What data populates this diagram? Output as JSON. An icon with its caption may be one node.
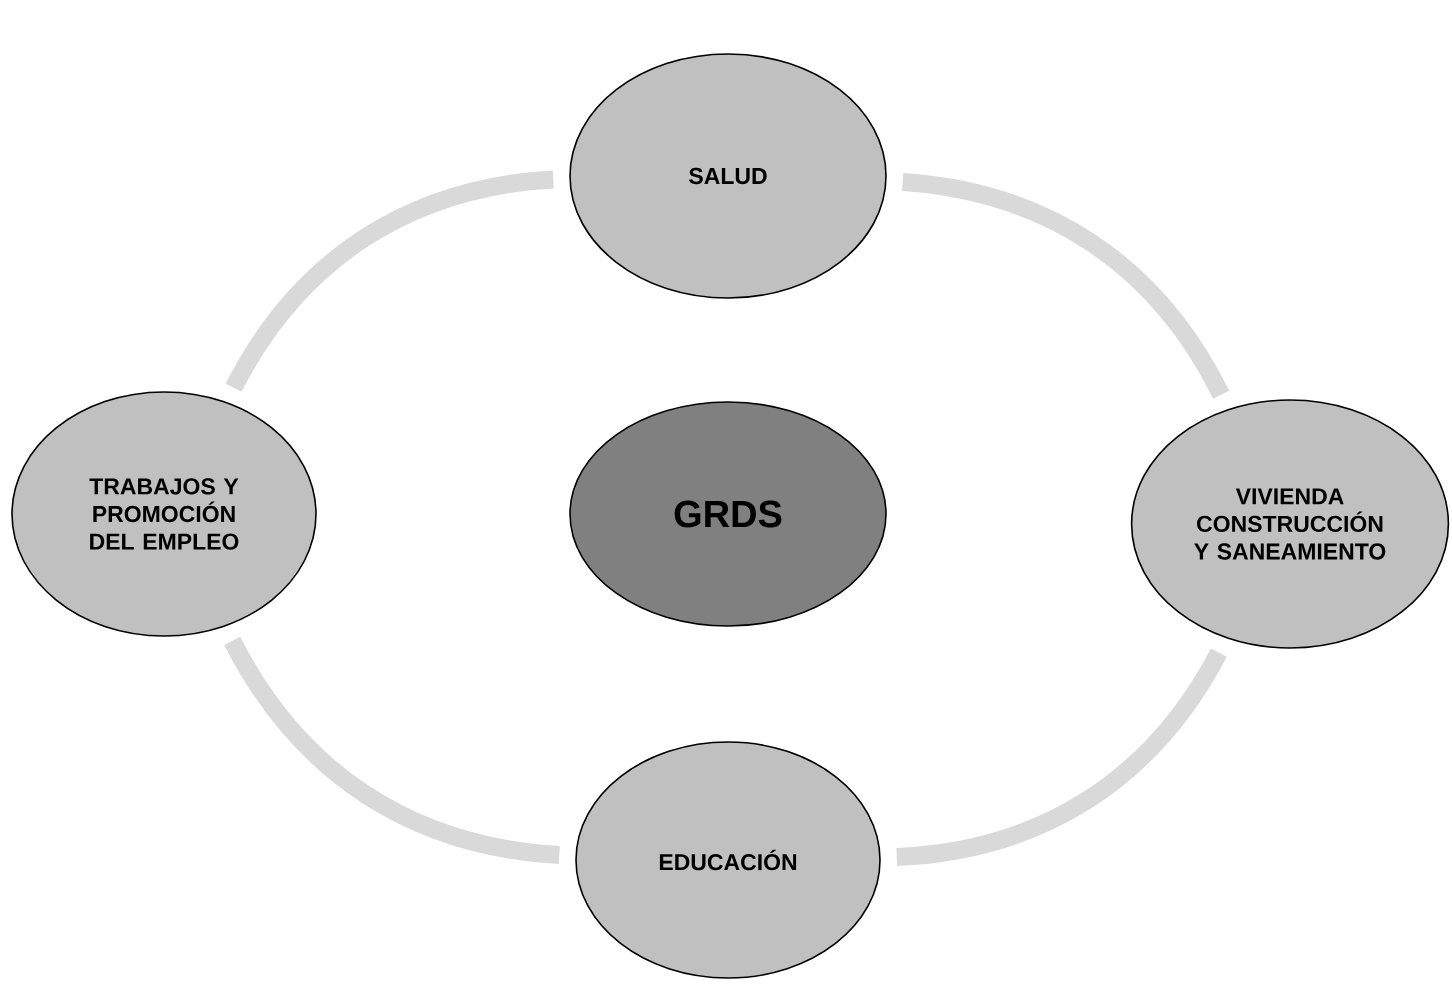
{
  "diagram": {
    "nodes": [
      {
        "text": [
          "SALUD"
        ]
      },
      {
        "text": [
          "TRABAJOS Y PROMOCIÓN DEL EMPLEO"
        ]
      },
      {
        "text": [
          "GRDS"
        ]
      },
      {
        "text": [
          "VIVIENDA CONSTRUCCIÓN Y SANEAMIENTO"
        ]
      },
      {
        "text": [
          "EDUCACIÓN"
        ]
      }
    ],
    "edges": [
      {
        "from": 0,
        "to": 3,
        "arrow": "none"
      },
      {
        "from": 3,
        "to": 4,
        "arrow": "none"
      },
      {
        "from": 4,
        "to": 1,
        "arrow": "none"
      },
      {
        "from": 1,
        "to": 0,
        "arrow": "none"
      }
    ]
  }
}
